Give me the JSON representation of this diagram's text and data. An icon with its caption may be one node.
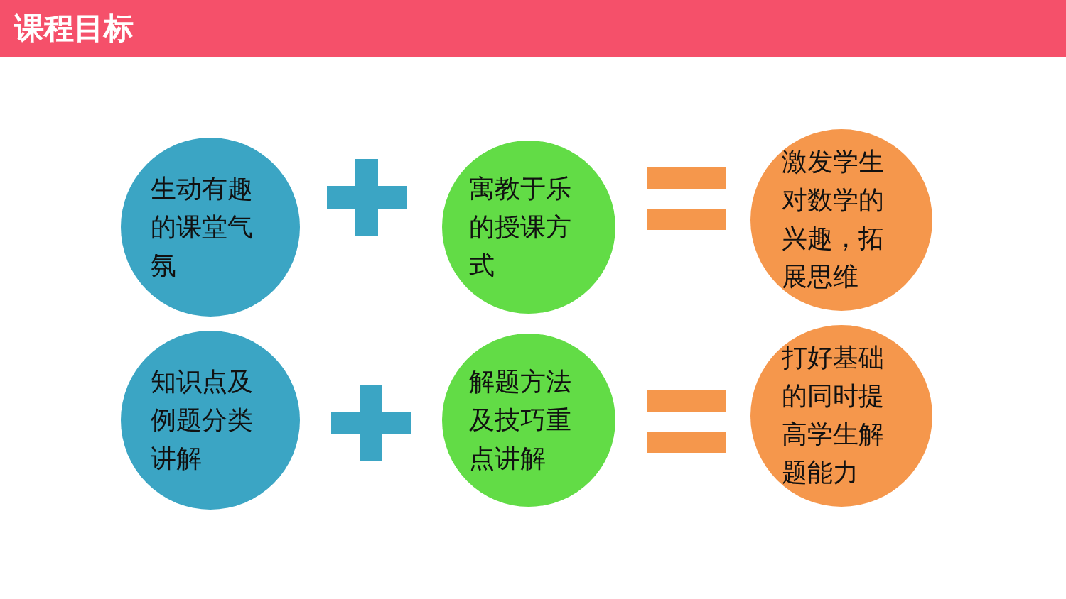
{
  "diagram": {
    "title": "课程目标",
    "nodes": [
      {
        "text": [
          "生动有趣的课堂气氛"
        ]
      },
      {
        "text": [
          "寓教于乐的授课方式"
        ]
      },
      {
        "text": [
          "激发学生对数学的兴趣，拓展思维"
        ]
      },
      {
        "text": [
          "知识点及例题分类讲解"
        ]
      },
      {
        "text": [
          "解题方法及技巧重点讲解"
        ]
      },
      {
        "text": [
          "打好基础的同时提高学生解题能力"
        ]
      }
    ]
  }
}
